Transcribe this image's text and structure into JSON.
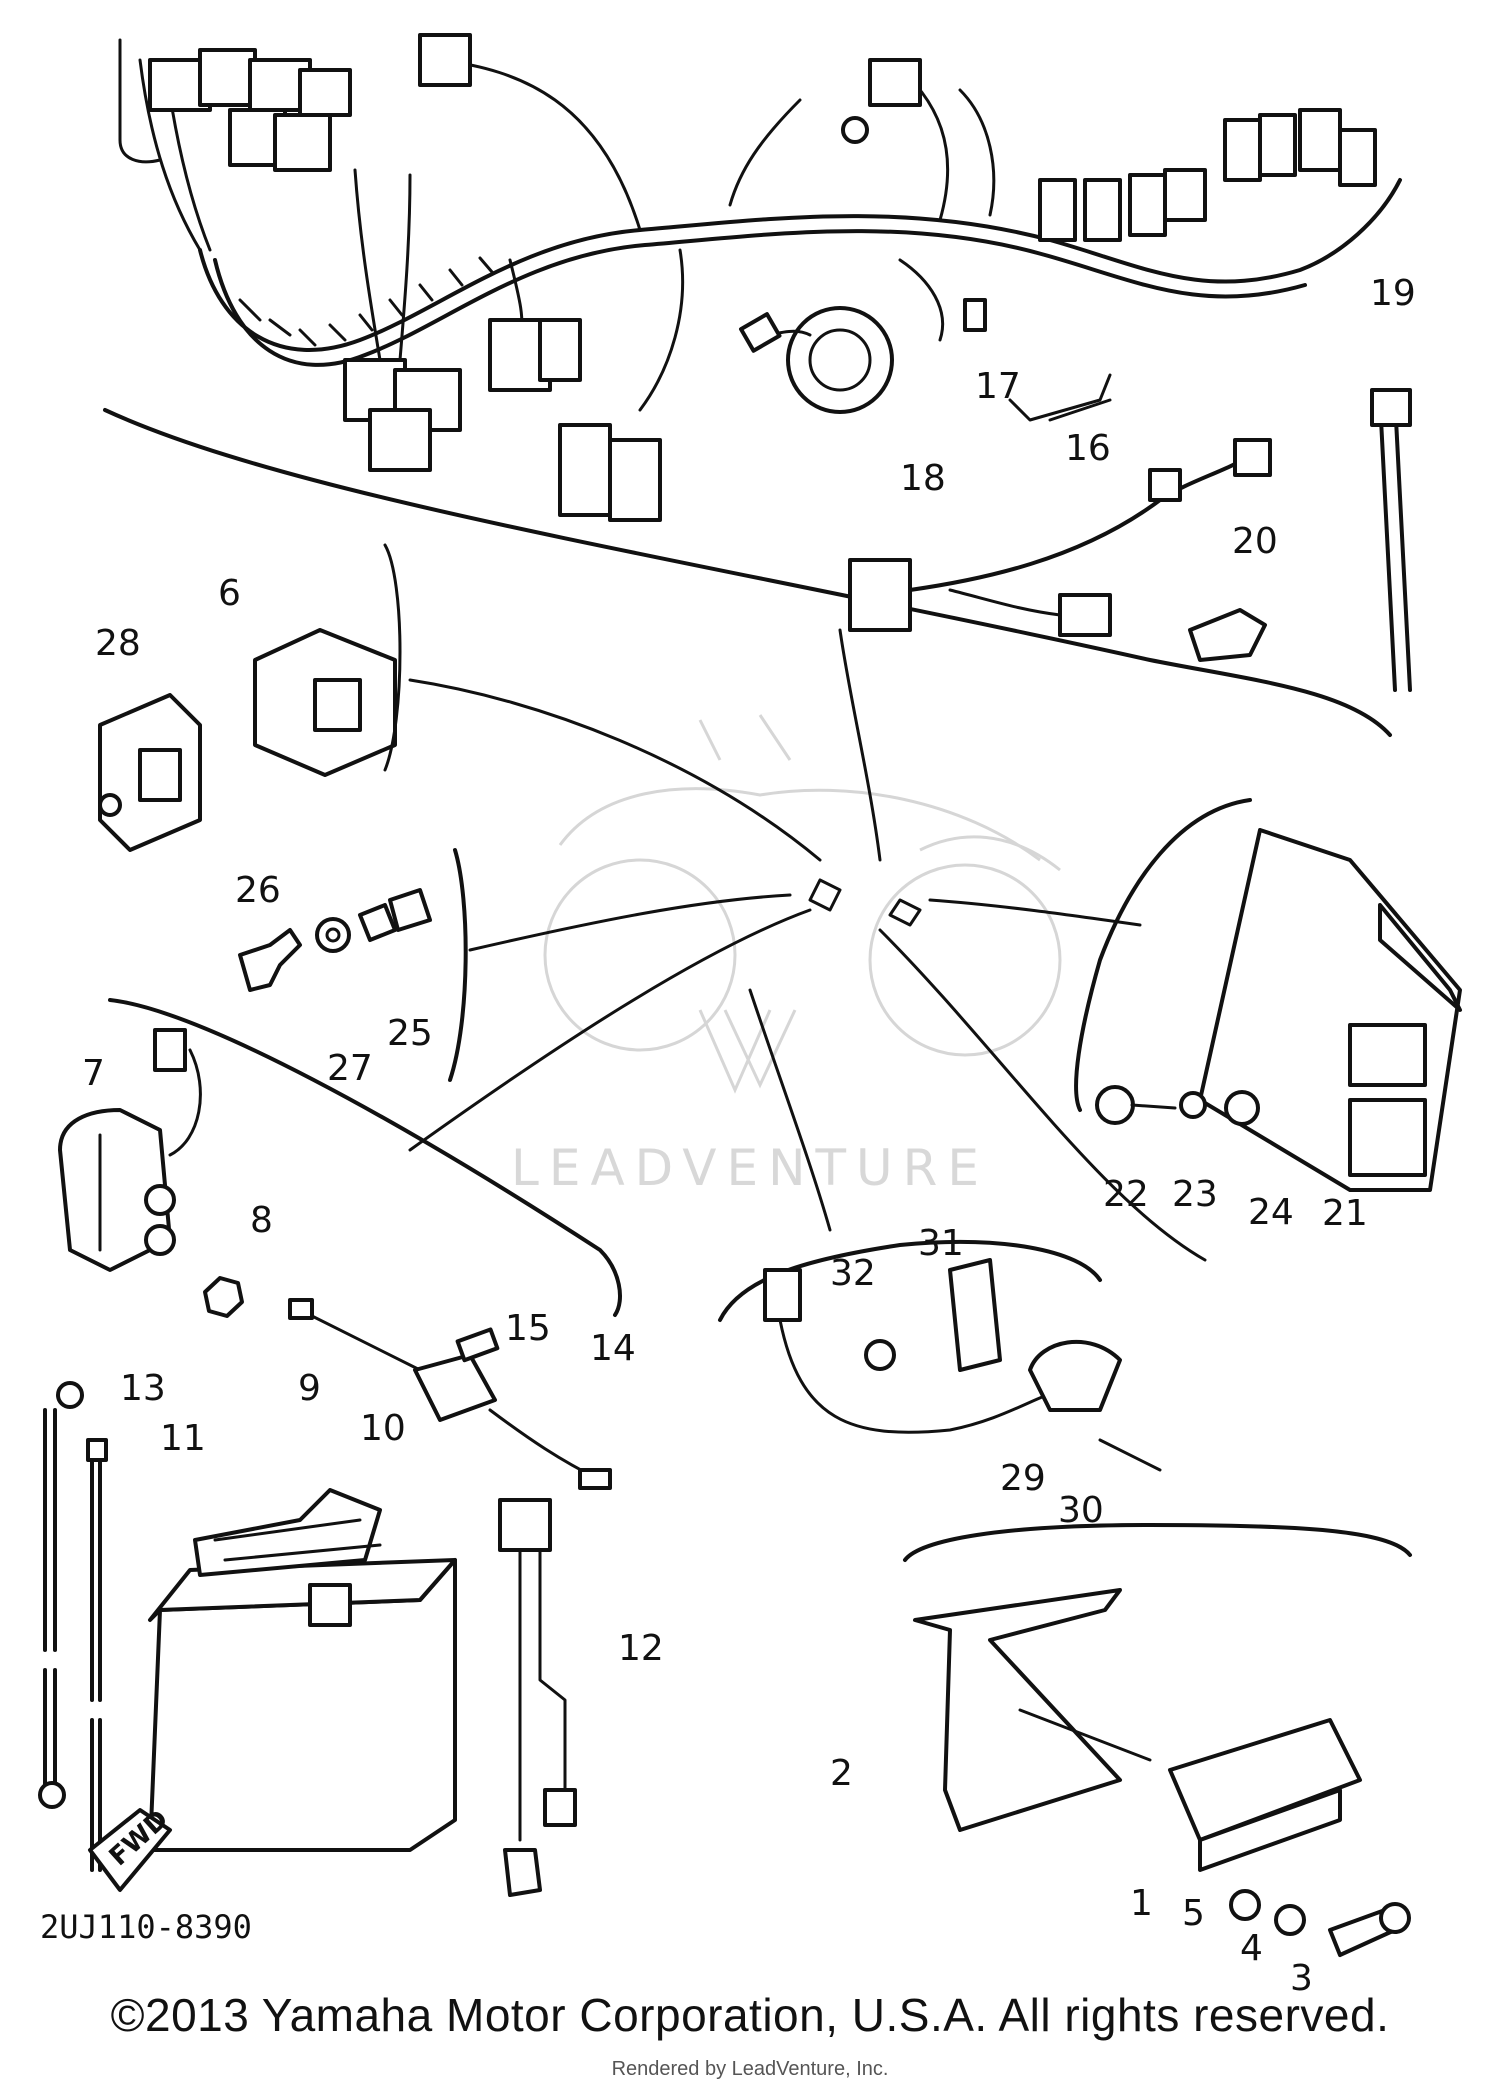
{
  "diagram": {
    "code": "2UJ110-8390",
    "fwd_marker": "FWD",
    "watermark": "LEADVENTURE",
    "part_numbers": [
      "1",
      "2",
      "3",
      "4",
      "5",
      "6",
      "7",
      "8",
      "9",
      "10",
      "11",
      "12",
      "13",
      "14",
      "15",
      "16",
      "17",
      "18",
      "19",
      "20",
      "21",
      "22",
      "23",
      "24",
      "25",
      "26",
      "27",
      "28",
      "29",
      "30",
      "31",
      "32"
    ]
  },
  "footer": {
    "copyright": "©2013 Yamaha Motor Corporation, U.S.A. All rights reserved.",
    "rendered_by": "Rendered by LeadVenture, Inc."
  },
  "colors": {
    "line": "#111111",
    "background": "#ffffff",
    "watermark": "#d6d6d6"
  }
}
